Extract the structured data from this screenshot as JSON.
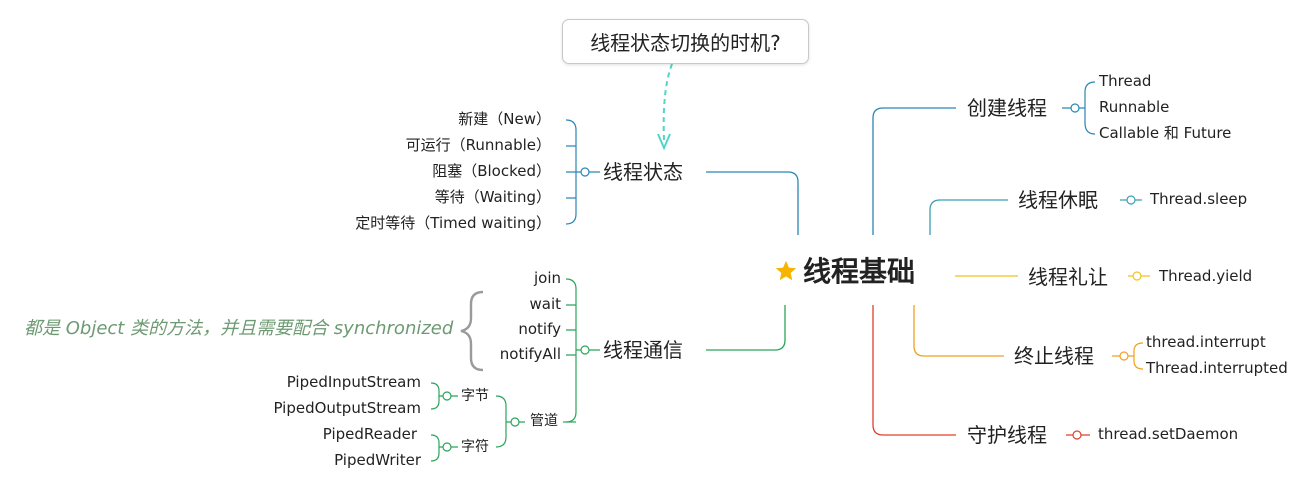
{
  "root": {
    "label": "线程基础",
    "icon": "star-icon",
    "icon_color": "#f6b400"
  },
  "callout": {
    "label": "线程状态切换的时机?"
  },
  "colors": {
    "state": "#2a86b4",
    "comm": "#2aa55a",
    "create": "#2a86b4",
    "sleep": "#3aa0b4",
    "yield": "#f2c21f",
    "stop": "#f0a020",
    "daemon": "#e0402a",
    "callout_arrow": "#4fd6c9",
    "note": "#6d9a72"
  },
  "left": {
    "state": {
      "label": "线程状态",
      "items": [
        "新建（New）",
        "可运行（Runnable）",
        "阻塞（Blocked）",
        "等待（Waiting）",
        "定时等待（Timed waiting）"
      ]
    },
    "comm": {
      "label": "线程通信",
      "methods": [
        "join",
        "wait",
        "notify",
        "notifyAll"
      ],
      "note": "都是 Object 类的方法，并且需要配合 synchronized",
      "pipe": {
        "label": "管道",
        "byte": {
          "label": "字节",
          "items": [
            "PipedInputStream",
            "PipedOutputStream"
          ]
        },
        "char": {
          "label": "字符",
          "items": [
            "PipedReader",
            "PipedWriter"
          ]
        }
      }
    }
  },
  "right": {
    "create": {
      "label": "创建线程",
      "items": [
        "Thread",
        "Runnable",
        "Callable 和 Future"
      ]
    },
    "sleep": {
      "label": "线程休眠",
      "items": [
        "Thread.sleep"
      ]
    },
    "yield": {
      "label": "线程礼让",
      "items": [
        "Thread.yield"
      ]
    },
    "stop": {
      "label": "终止线程",
      "items": [
        "thread.interrupt",
        "Thread.interrupted"
      ]
    },
    "daemon": {
      "label": "守护线程",
      "items": [
        "thread.setDaemon"
      ]
    }
  }
}
